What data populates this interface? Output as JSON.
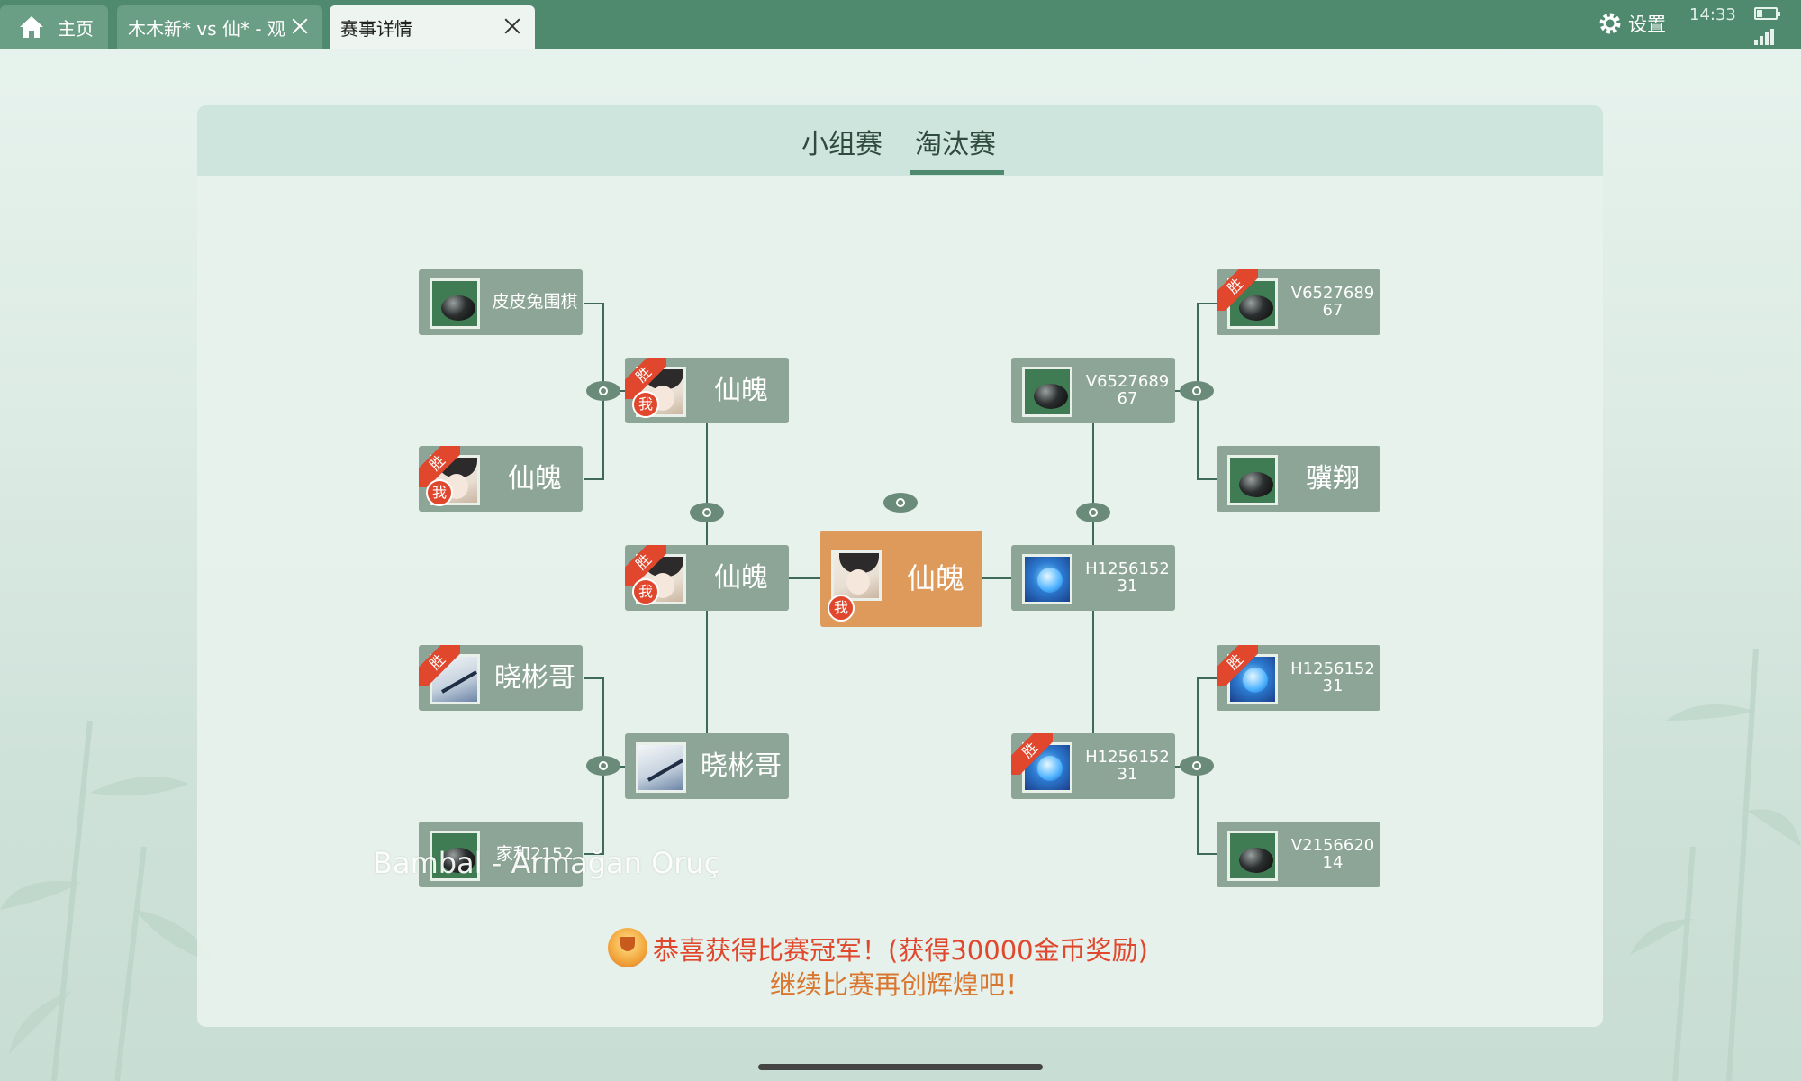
{
  "tabs": [
    {
      "label": "主页",
      "active": false
    },
    {
      "label": "木木新* vs 仙* - 观",
      "active": false
    },
    {
      "label": "赛事详情",
      "active": true
    }
  ],
  "status": {
    "settings_label": "设置",
    "time": "14:33"
  },
  "segment_tabs": [
    {
      "label": "小组赛",
      "active": false
    },
    {
      "label": "淘汰赛",
      "active": true
    }
  ],
  "bracket": {
    "round1_left": [
      {
        "name": "皮皮兔围棋",
        "avatar": "go-stone",
        "winner": false,
        "is_me": false
      },
      {
        "name": "仙魄",
        "avatar": "person",
        "winner": true,
        "is_me": true
      },
      {
        "name": "晓彬哥",
        "avatar": "swords",
        "winner": true,
        "is_me": false
      },
      {
        "name": "家和2152",
        "avatar": "go-stone",
        "winner": false,
        "is_me": false
      }
    ],
    "round2_left": [
      {
        "name": "仙魄",
        "avatar": "person",
        "winner": true,
        "is_me": true
      },
      {
        "name": "晓彬哥",
        "avatar": "swords",
        "winner": false,
        "is_me": false
      }
    ],
    "semi_left": {
      "name": "仙魄",
      "avatar": "person",
      "winner": true,
      "is_me": true
    },
    "champion": {
      "name": "仙魄",
      "avatar": "person",
      "is_me": true
    },
    "semi_right": {
      "name": "H1256152\n31",
      "avatar": "blue-orb",
      "winner": false,
      "is_me": false
    },
    "round2_right": [
      {
        "name": "V6527689\n67",
        "avatar": "go-stone",
        "winner": false,
        "is_me": false
      },
      {
        "name": "H1256152\n31",
        "avatar": "blue-orb",
        "winner": true,
        "is_me": false
      }
    ],
    "round1_right": [
      {
        "name": "V6527689\n67",
        "avatar": "go-stone",
        "winner": true,
        "is_me": false
      },
      {
        "name": "骥翔",
        "avatar": "go-stone",
        "winner": false,
        "is_me": false
      },
      {
        "name": "H1256152\n31",
        "avatar": "blue-orb",
        "winner": true,
        "is_me": false
      },
      {
        "name": "V2156620\n14",
        "avatar": "go-stone",
        "winner": false,
        "is_me": false
      }
    ],
    "win_label": "胜",
    "me_label": "我"
  },
  "overlay_text": "Bambal - Armağan Oruç",
  "congrats": {
    "line1": "恭喜获得比赛冠军！(获得30000金币奖励)",
    "line2": "继续比赛再创辉煌吧！"
  },
  "colors": {
    "accent": "#4f8a6f",
    "player_box": "#8da597",
    "champion_box": "#de9a5a",
    "win_red": "#e0472d",
    "congrats_red": "#e0472d",
    "congrats_orange": "#d9762f"
  }
}
